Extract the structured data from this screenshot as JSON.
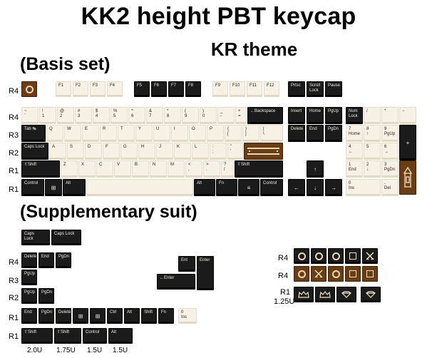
{
  "title": "KK2 height PBT keycap",
  "subtitle": "KR theme",
  "section_basis": "(Basis set)",
  "section_supp": "(Supplementary suit)",
  "rows": {
    "r4": "R4",
    "r3": "R3",
    "r2": "R2",
    "r1": "R1",
    "r1_125": "1.25U"
  },
  "units": {
    "u20": "2.0U",
    "u175": "1.75U",
    "u15a": "1.5U",
    "u15b": "1.5U"
  },
  "basis": {
    "row_fn": [
      "F1",
      "F2",
      "F3",
      "F4",
      "F5",
      "F6",
      "F7",
      "F8",
      "F9",
      "F10",
      "F11",
      "F12",
      "Prtsc",
      "Scroll\nLock",
      "Pause"
    ],
    "row_num": [
      "~\n`",
      "!\n1",
      "@\n2",
      "#\n3",
      "$\n4",
      "%\n5",
      "^\n6",
      "&\n7",
      "*\n8",
      "(\n9",
      ")\n0",
      "_\n-",
      "+\n=",
      "←Backspace",
      "Insert",
      "Home",
      "PgUp",
      "Num\nLock",
      "/",
      "*",
      "−"
    ],
    "row_q": [
      "Tab ↹",
      "Q",
      "W",
      "E",
      "R",
      "T",
      "Y",
      "U",
      "I",
      "O",
      "P",
      "{\n[",
      "}\n]",
      "|\n\\",
      "Delete",
      "End",
      "PgDn",
      "7\nHome",
      "8\n↑",
      "9\nPgUp",
      "+"
    ],
    "row_a": [
      "Caps Lock",
      "A",
      "S",
      "D",
      "F",
      "G",
      "H",
      "J",
      "K",
      "L",
      ":\n;",
      "\"\n'",
      "4\n←",
      "5",
      "6\n→"
    ],
    "row_z": [
      "⇧Shift",
      "Z",
      "X",
      "C",
      "V",
      "B",
      "N",
      "M",
      "<\n,",
      ">\n.",
      "?\n/",
      "⇧Shift",
      "↑",
      "1\nEnd",
      "2\n↓",
      "3\nPgDn"
    ],
    "row_bottom": [
      "Control",
      "⊞",
      "Alt",
      "Alt",
      "Fn",
      "≡",
      "Control",
      "←",
      "↓",
      "→",
      "0\nIns",
      ".\nDel"
    ]
  },
  "supp": {
    "caps": [
      "Caps\nLock",
      "Caps Lock"
    ],
    "r4": [
      "Delete",
      "End",
      "PgDn"
    ],
    "r3": [
      "PgUp"
    ],
    "r2": [
      "PgUp",
      "PgDn"
    ],
    "r1a": [
      "End",
      "PgDn",
      "Delete",
      "⊞",
      "⊞",
      "Ctrl",
      "Alt",
      "Shift",
      "Fn",
      "0\nIns"
    ],
    "r1b": [
      "⇧Shift",
      "⇧Shift",
      "Control",
      "Alt"
    ],
    "enter": [
      "Ent",
      "Enter",
      "←Enter"
    ]
  },
  "icons": [
    "medallion-icon",
    "greek-key-pattern-icon",
    "cross-swords-icon",
    "gate-icon",
    "crown-icon",
    "gem-icon",
    "pavilion-icon"
  ]
}
